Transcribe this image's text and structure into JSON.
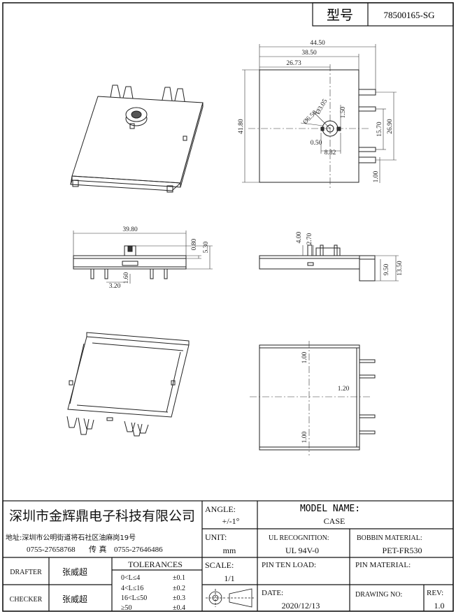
{
  "part_label": "型号",
  "part_number": "78500165-SG",
  "dims": {
    "top_view": {
      "w_total": "44.50",
      "w_38": "38.50",
      "w_26": "26.73",
      "h_total": "41.80",
      "pin_span_26": "26.90",
      "pin_span_15": "15.70",
      "hole_r": "1.50",
      "pin_pitch": "1.00",
      "hole_w": "0.50",
      "hole_offset": "8.82",
      "dia_a": "Ø6.50",
      "dia_b": "Ø3.05"
    },
    "front_view": {
      "width": "39.80",
      "h_080": "0.80",
      "h_530": "5.30",
      "pin_320": "3.20",
      "pin_160": "1.60"
    },
    "side_view": {
      "h_400": "4.00",
      "h_270": "2.70",
      "h_950": "9.50",
      "h_1350": "13.50"
    },
    "bottom_view": {
      "top_100": "1.00",
      "mid_120": "1.20",
      "bot_100": "1.00"
    }
  },
  "title_block": {
    "company": "深圳市金辉鼎电子科技有限公司",
    "address": "地址:深圳市公明街道将石社区油麻岗19号",
    "tel": "0755-27658768",
    "fax_label": "传 真",
    "fax": "0755-27646486",
    "angle_label": "ANGLE:",
    "angle_value": "+/-1°",
    "unit_label": "UNIT:",
    "unit_value": "mm",
    "scale_label": "SCALE:",
    "scale_value": "1/1",
    "model_label": "MODEL NAME:",
    "model_value": "CASE",
    "ul_label": "UL RECOGNITION:",
    "ul_value": "UL 94V-0",
    "bobbin_label": "BOBBIN MATERIAL:",
    "bobbin_value": "PET-FR530",
    "pin_ten_label": "PIN TEN LOAD:",
    "pin_mat_label": "PIN MATERIAL:",
    "date_label": "DATE:",
    "date_value": "2020/12/13",
    "drawing_no_label": "DRAWING NO:",
    "rev_label": "REV:",
    "rev_value": "1.0",
    "drafter_label": "DRAFTER",
    "drafter_name": "张威超",
    "checker_label": "CHECKER",
    "checker_name": "张威超",
    "tolerances_label": "TOLERANCES",
    "tolerances": [
      {
        "range": "0<L≤4",
        "value": "±0.1"
      },
      {
        "range": "4<L≤16",
        "value": "±0.2"
      },
      {
        "range": "16<L≤50",
        "value": "±0.3"
      },
      {
        "range": "≥50",
        "value": "±0.4"
      }
    ]
  }
}
